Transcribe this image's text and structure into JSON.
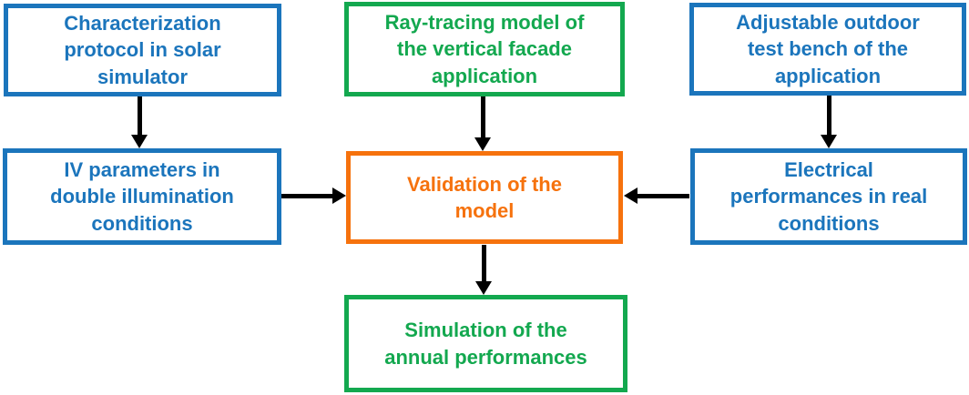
{
  "diagram": {
    "title": "Model validation workflow diagram",
    "background": "#ffffff",
    "colors": {
      "blue": "#1b75bc",
      "green": "#13a84f",
      "orange": "#f6720d",
      "arrow": "#000000"
    },
    "nodes": [
      {
        "id": "characterization",
        "label": "Characterization protocol in solar simulator",
        "color": "blue"
      },
      {
        "id": "raytracing",
        "label": "Ray-tracing model of the vertical facade application",
        "color": "green"
      },
      {
        "id": "testbench",
        "label": "Adjustable outdoor test bench of the application",
        "color": "blue"
      },
      {
        "id": "ivparams",
        "label": "IV parameters in double illumination conditions",
        "color": "blue"
      },
      {
        "id": "validation",
        "label": "Validation of the model",
        "color": "orange"
      },
      {
        "id": "electrical",
        "label": "Electrical performances in real conditions",
        "color": "blue"
      },
      {
        "id": "simulation",
        "label": "Simulation of the annual performances",
        "color": "green"
      }
    ],
    "edges": [
      {
        "from": "characterization",
        "to": "ivparams",
        "direction": "down"
      },
      {
        "from": "raytracing",
        "to": "validation",
        "direction": "down"
      },
      {
        "from": "testbench",
        "to": "electrical",
        "direction": "down"
      },
      {
        "from": "ivparams",
        "to": "validation",
        "direction": "right"
      },
      {
        "from": "electrical",
        "to": "validation",
        "direction": "left"
      },
      {
        "from": "validation",
        "to": "simulation",
        "direction": "down"
      }
    ]
  }
}
